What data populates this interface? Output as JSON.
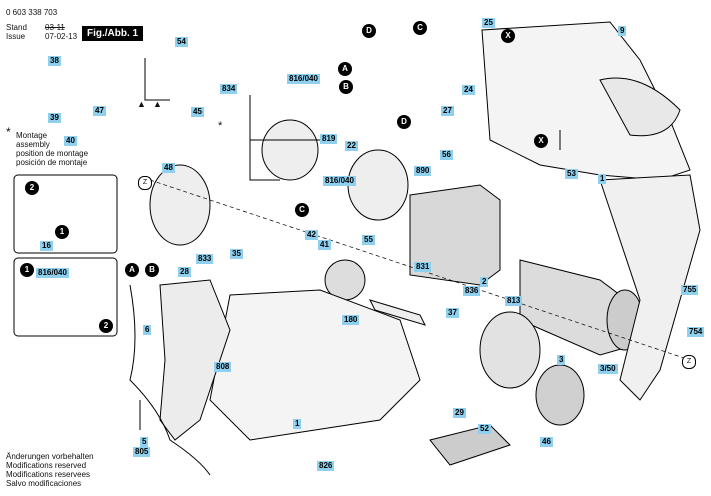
{
  "header": {
    "doc_number": "0 603 338 703",
    "stand_label": "Stand",
    "stand_value": "03-11",
    "issue_label": "Issue",
    "issue_value": "07-02-13",
    "figure_label": "Fig./Abb. 1"
  },
  "montage_note": {
    "star": "*",
    "lines": [
      "Montage",
      "assembly",
      "position de montage",
      "posición de montaje"
    ]
  },
  "footer": {
    "lines": [
      "Änderungen vorbehalten",
      "Modifications reserved",
      "Modifications reservees",
      "Salvo modificaciones"
    ]
  },
  "part_numbers": [
    "38",
    "39",
    "40",
    "47",
    "54",
    "834",
    "45",
    "816/040",
    "48",
    "16",
    "816/040",
    "28",
    "35",
    "833",
    "42",
    "41",
    "55",
    "22",
    "C",
    "D",
    "56",
    "890",
    "819",
    "816/040",
    "25",
    "9",
    "24",
    "27",
    "53",
    "1",
    "2",
    "831",
    "813",
    "836",
    "37",
    "3",
    "3/50",
    "755",
    "754",
    "180",
    "808",
    "6",
    "5",
    "805",
    "826",
    "29",
    "52",
    "46",
    "1"
  ],
  "callout_badges": [
    "A",
    "B",
    "C",
    "D",
    "X",
    "X",
    "1",
    "2",
    "1",
    "2",
    "A",
    "B",
    "C",
    "D"
  ],
  "markers": {
    "z": "Z",
    "triangle": "▲",
    "star": "*"
  },
  "colors": {
    "label_bg": "#8ed0ee",
    "outline": "#000000",
    "fill": "#f0f0f0"
  }
}
